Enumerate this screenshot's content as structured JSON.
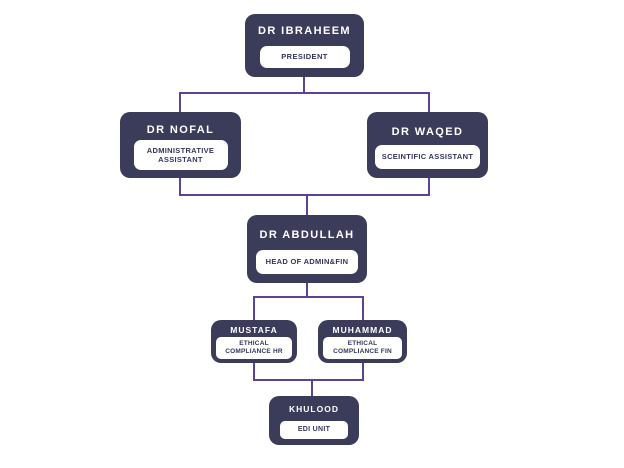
{
  "diagram": {
    "type": "org-chart",
    "background": "#ffffff",
    "colors": {
      "node_fill": "#3b3b5a",
      "node_name_text": "#ffffff",
      "role_badge_bg": "#ffffff",
      "role_badge_text": "#34345c",
      "connector": "#5b4397"
    },
    "nodes": [
      {
        "id": "ibraheem",
        "level": 1,
        "name": "DR IBRAHEEM",
        "role": "PRESIDENT"
      },
      {
        "id": "nofal",
        "level": 2,
        "name": "DR NOFAL",
        "role": "ADMINISTRATIVE ASSISTANT"
      },
      {
        "id": "waqed",
        "level": 2,
        "name": "DR WAQED",
        "role": "SCEINTIFIC ASSISTANT"
      },
      {
        "id": "abdullah",
        "level": 3,
        "name": "DR ABDULLAH",
        "role": "HEAD OF ADMIN&FIN"
      },
      {
        "id": "mustafa",
        "level": 4,
        "name": "MUSTAFA",
        "role": "ETHICAL COMPLIANCE HR"
      },
      {
        "id": "muhammad",
        "level": 4,
        "name": "MUHAMMAD",
        "role": "ETHICAL COMPLIANCE FIN"
      },
      {
        "id": "khulood",
        "level": 5,
        "name": "KHULOOD",
        "role": "EDI UNIT"
      }
    ],
    "edges": [
      {
        "from": "ibraheem",
        "to": "nofal"
      },
      {
        "from": "ibraheem",
        "to": "waqed"
      },
      {
        "from": "nofal",
        "to": "abdullah"
      },
      {
        "from": "waqed",
        "to": "abdullah"
      },
      {
        "from": "abdullah",
        "to": "mustafa"
      },
      {
        "from": "abdullah",
        "to": "muhammad"
      },
      {
        "from": "mustafa",
        "to": "khulood"
      },
      {
        "from": "muhammad",
        "to": "khulood"
      }
    ]
  }
}
